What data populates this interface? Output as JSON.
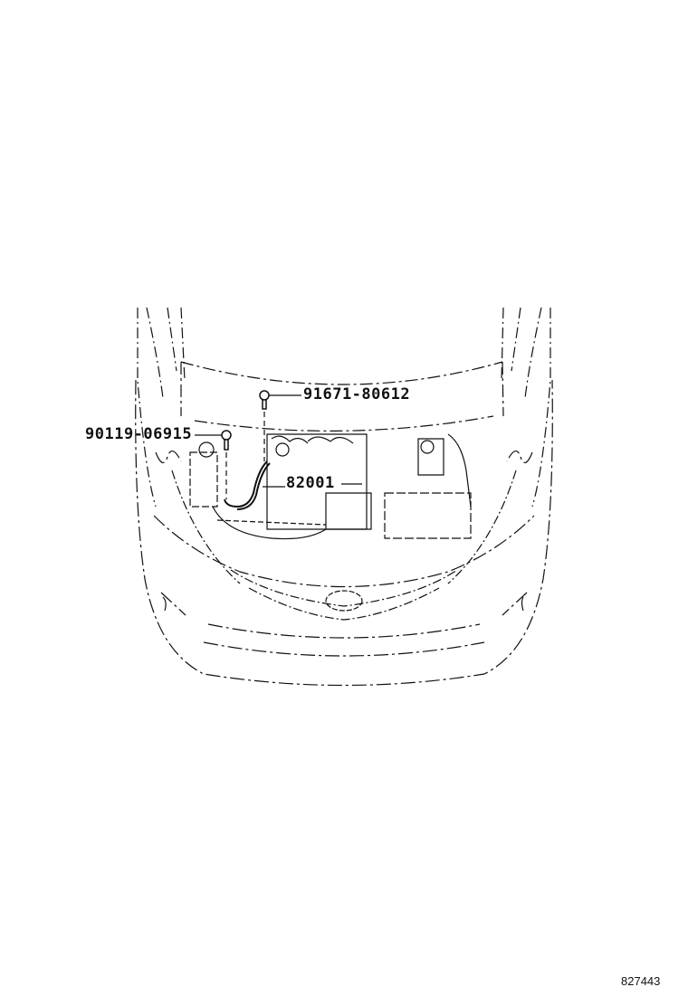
{
  "diagram": {
    "subject": "Vehicle front view, hood open, engine compartment wiring",
    "callouts": [
      {
        "id": "bolt-top",
        "part_number": "91671-80612"
      },
      {
        "id": "bolt-left",
        "part_number": "90119-06915"
      },
      {
        "id": "wire-harness",
        "part_number": "82001"
      }
    ],
    "figure_number": "827443"
  }
}
